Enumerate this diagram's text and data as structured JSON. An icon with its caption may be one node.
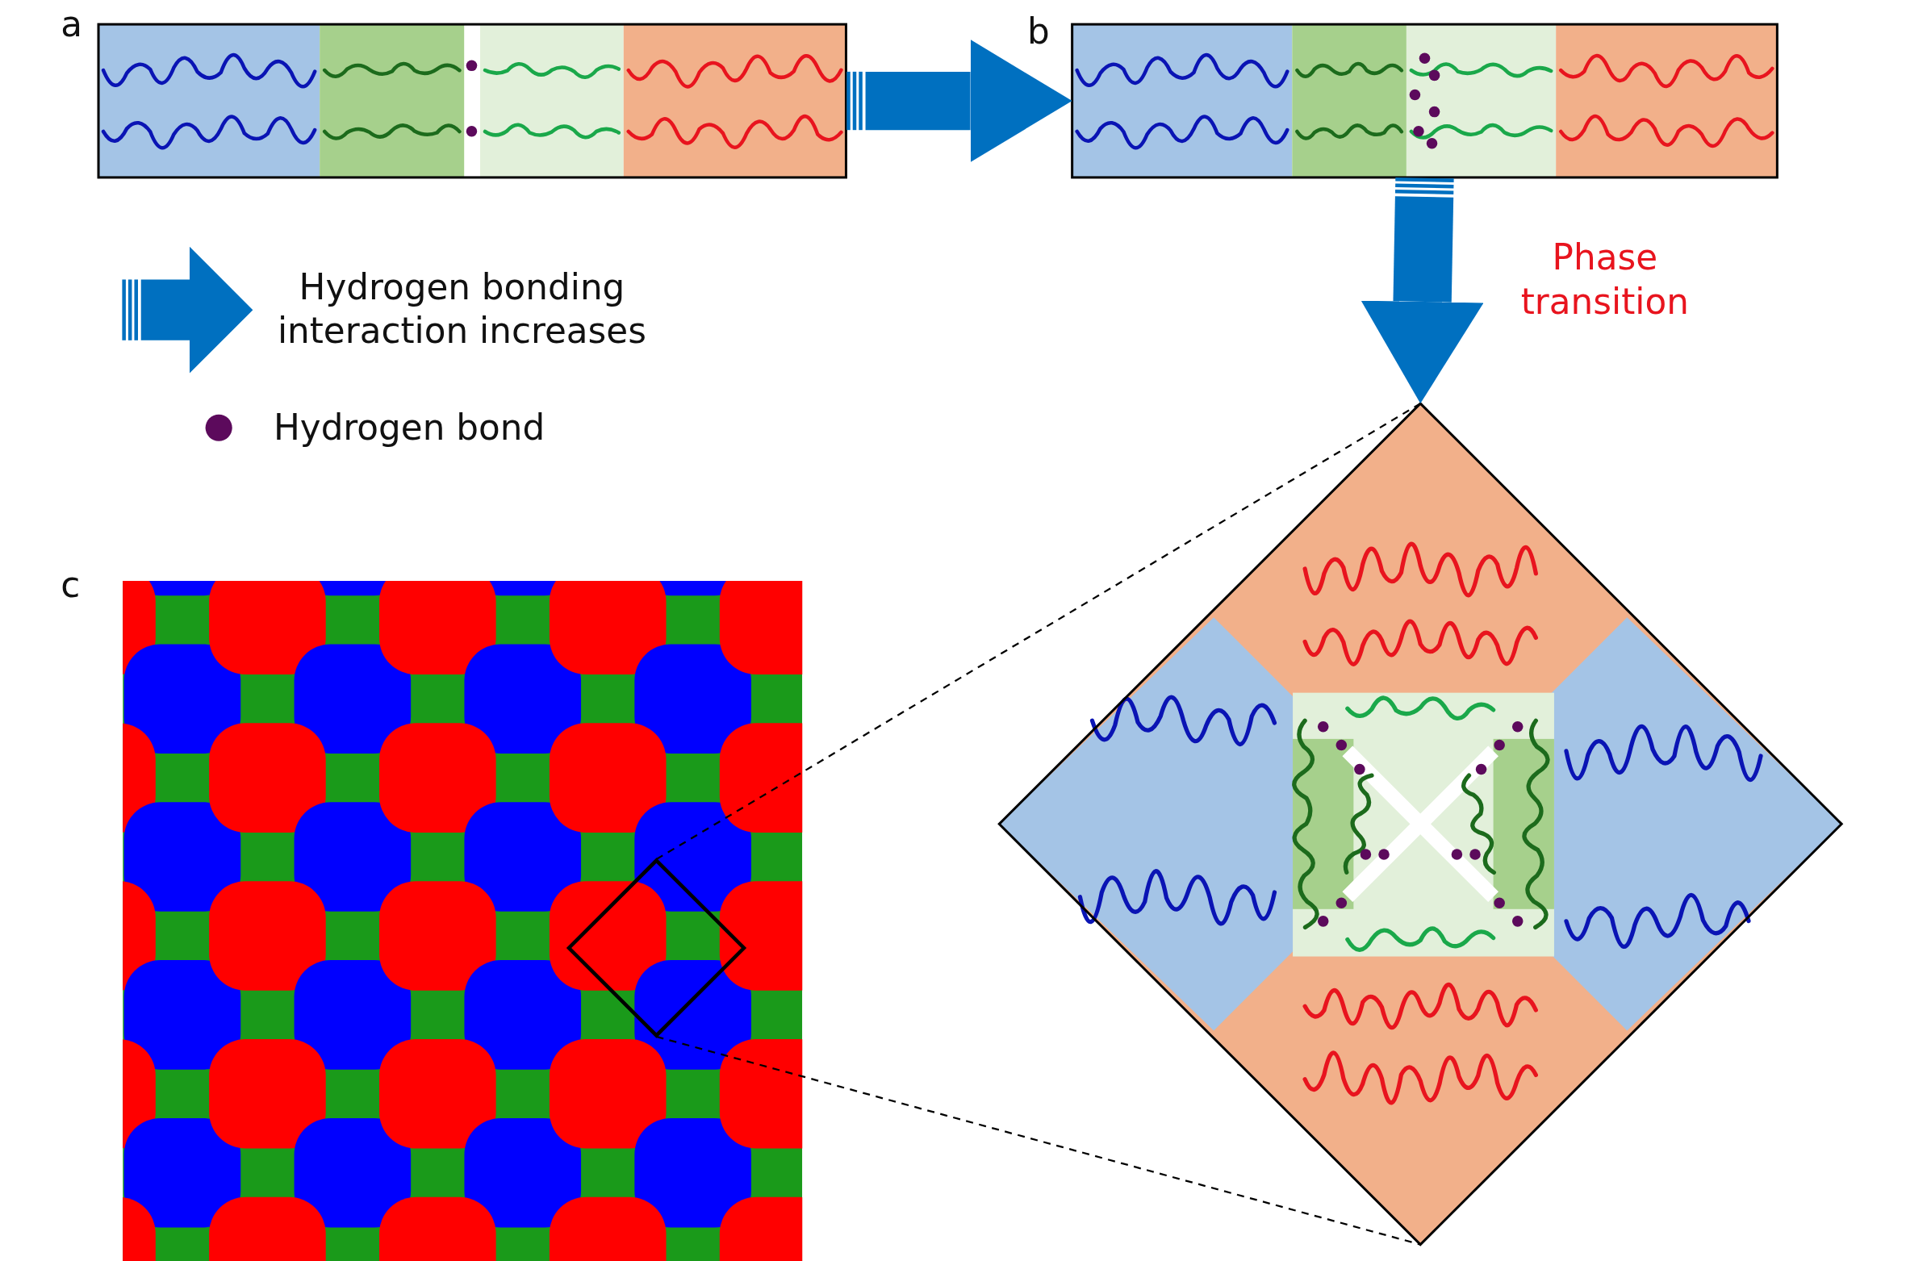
{
  "diagram": {
    "nodes": [
      {
        "text": [],
        "shape": "picture"
      },
      {
        "text": [],
        "shape": "picture"
      },
      {
        "text": [],
        "shape": "picture"
      },
      {
        "text": [],
        "shape": "picture"
      },
      {
        "text": [],
        "shape": "diamond",
        "in": 3
      }
    ],
    "edges": [
      {
        "from": 0,
        "to": 1,
        "arrow": "to",
        "style": "thick",
        "color": "#0070c0"
      },
      {
        "from": 1,
        "to": 2,
        "arrow": "to",
        "label": "Phase transition",
        "style": "thick",
        "color": "#0070c0"
      },
      {
        "from": 4,
        "to": 2,
        "arrow": "none",
        "style": "dashed",
        "color": "#000000"
      },
      {
        "from": 4,
        "to": 2,
        "arrow": "none",
        "style": "dashed",
        "color": "#000000"
      }
    ],
    "labels": [
      "a",
      "b",
      "c"
    ],
    "legend": [
      {
        "text": "Hydrogen bonding interaction increases"
      },
      {
        "text": "Hydrogen bond",
        "color": "#5c0a5c"
      }
    ]
  }
}
